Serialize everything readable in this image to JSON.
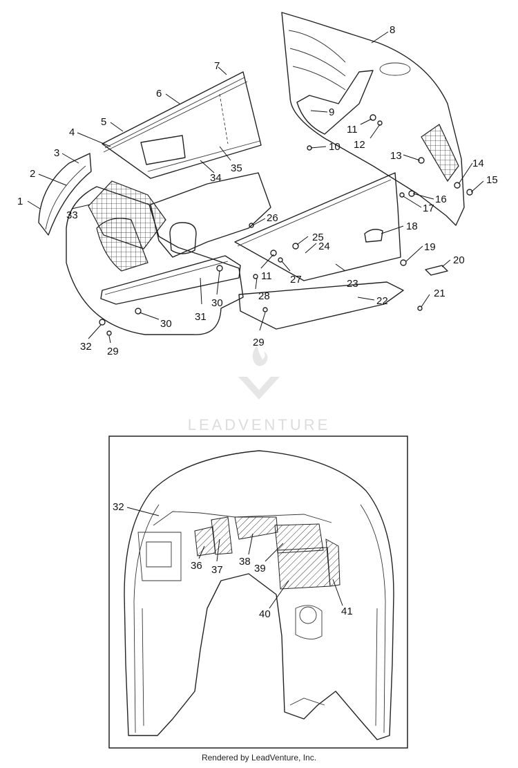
{
  "callouts_top": [
    {
      "n": "1"
    },
    {
      "n": "2"
    },
    {
      "n": "3"
    },
    {
      "n": "4"
    },
    {
      "n": "5"
    },
    {
      "n": "6"
    },
    {
      "n": "7"
    },
    {
      "n": "8"
    },
    {
      "n": "9"
    },
    {
      "n": "10"
    },
    {
      "n": "11"
    },
    {
      "n": "12"
    },
    {
      "n": "13"
    },
    {
      "n": "14"
    },
    {
      "n": "15"
    },
    {
      "n": "16"
    },
    {
      "n": "17"
    },
    {
      "n": "18"
    },
    {
      "n": "19"
    },
    {
      "n": "20"
    },
    {
      "n": "21"
    },
    {
      "n": "22"
    },
    {
      "n": "23"
    },
    {
      "n": "24"
    },
    {
      "n": "25"
    },
    {
      "n": "26"
    },
    {
      "n": "27"
    },
    {
      "n": "28"
    },
    {
      "n": "29"
    },
    {
      "n": "29"
    },
    {
      "n": "30"
    },
    {
      "n": "30"
    },
    {
      "n": "31"
    },
    {
      "n": "32"
    },
    {
      "n": "33"
    },
    {
      "n": "34"
    },
    {
      "n": "35"
    },
    {
      "n": "11"
    }
  ],
  "callouts_inset": [
    {
      "n": "32"
    },
    {
      "n": "36"
    },
    {
      "n": "37"
    },
    {
      "n": "38"
    },
    {
      "n": "39"
    },
    {
      "n": "40"
    },
    {
      "n": "41"
    }
  ],
  "watermark": "LEADVENTURE",
  "footer": "Rendered by LeadVenture, Inc."
}
